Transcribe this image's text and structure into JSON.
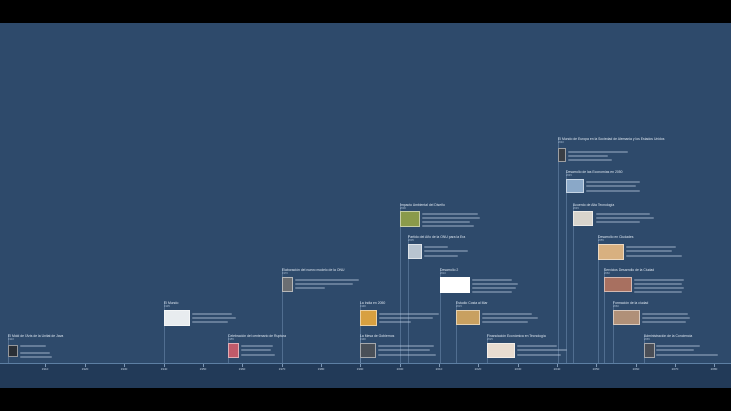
{
  "timeline": {
    "years": [
      "1910",
      "1920",
      "1930",
      "1940",
      "1950",
      "1960",
      "1970",
      "1980",
      "1990",
      "2000",
      "2010",
      "2020",
      "2030",
      "2040",
      "2050",
      "2060",
      "2070",
      "2080"
    ],
    "events": [
      {
        "title": "El Mold de l'Arts de la Unitat de Java",
        "date": "1910",
        "thumb": "#2a2f36"
      },
      {
        "title": "El Mundo",
        "date": "1935",
        "thumb": "#e8ecef"
      },
      {
        "title": "Celebración del centenario de Ruptura",
        "date": "1955",
        "thumb": "#c05a6a"
      },
      {
        "title": "Elaboración del nuevo modelo de la ONU",
        "date": "1970",
        "thumb": "#6b6e72"
      },
      {
        "title": "La India en 2050",
        "date": "1990",
        "thumb": "#d8a040"
      },
      {
        "title": "La Mesa de Gobiernos",
        "date": "1990",
        "thumb": "#4a5058"
      },
      {
        "title": "Impacto Ambiental del Diseño",
        "date": "2000",
        "thumb": "#8a9a4a"
      },
      {
        "title": "Partido del Año de la ONU para la Era",
        "date": "2005",
        "thumb": "#b8c4d0"
      },
      {
        "title": "Desarrollo 2",
        "date": "2010",
        "thumb": "#ffffff"
      },
      {
        "title": "Estudio Costa al Mar",
        "date": "2015",
        "thumb": "#c8a060"
      },
      {
        "title": "Financiación Económica en Tecnología",
        "date": "2025",
        "thumb": "#e8dcd0"
      },
      {
        "title": "El Mundo de Europa en la Sociedad de Alemania y los Estados Unidos",
        "date": "2040",
        "thumb": "#3a3e44"
      },
      {
        "title": "Desarrollo de las Economías en 2050",
        "date": "2045",
        "thumb": "#8aa8c8"
      },
      {
        "title": "Acuerdo de Alta Tecnología",
        "date": "2045",
        "thumb": "#d8d4cc"
      },
      {
        "title": "Desarrollo en Ciudades",
        "date": "2055",
        "thumb": "#d8b080"
      },
      {
        "title": "Servicios Desarrollo de la Ciudad",
        "date": "2060",
        "thumb": "#a87060"
      },
      {
        "title": "Formación de la ciudad",
        "date": "2060",
        "thumb": "#b09078"
      },
      {
        "title": "Administración de la Conciencia",
        "date": "2065",
        "thumb": "#4a4e56"
      }
    ]
  }
}
